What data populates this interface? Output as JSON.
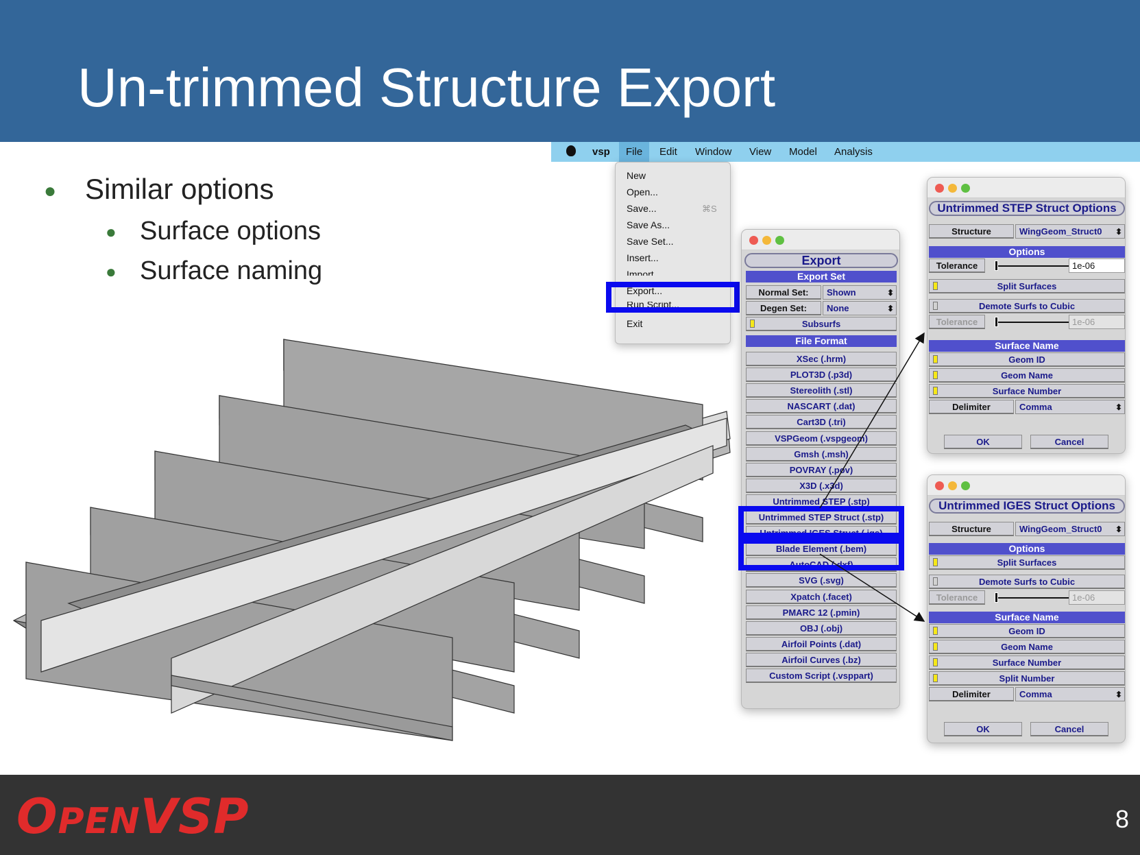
{
  "slide": {
    "title": "Un-trimmed Structure Export",
    "page_number": "8",
    "logo": {
      "part1": "O",
      "part2": "PEN",
      "part3": "VSP"
    }
  },
  "bullets": {
    "main": "Similar options",
    "sub": [
      "Surface options",
      "Surface naming"
    ]
  },
  "menubar": {
    "app": "vsp",
    "items": [
      "File",
      "Edit",
      "Window",
      "View",
      "Model",
      "Analysis"
    ]
  },
  "file_menu": {
    "items": [
      "New",
      "Open...",
      "Save...",
      "Save As...",
      "Save Set...",
      "Insert...",
      "Import...",
      "Export...",
      "Run Script...",
      "Exit"
    ],
    "save_shortcut": "⌘S"
  },
  "export_window": {
    "title": "Export",
    "export_set_header": "Export Set",
    "normal_set_label": "Normal Set:",
    "normal_set_value": "Shown",
    "degen_set_label": "Degen Set:",
    "degen_set_value": "None",
    "subsurfs": "Subsurfs",
    "file_format_header": "File Format",
    "formats": [
      "XSec (.hrm)",
      "PLOT3D (.p3d)",
      "Stereolith (.stl)",
      "NASCART (.dat)",
      "Cart3D (.tri)",
      "VSPGeom (.vspgeom)",
      "Gmsh (.msh)",
      "POVRAY (.pov)",
      "X3D (.x3d)",
      "Untrimmed STEP (.stp)",
      "Untrimmed STEP Struct (.stp)",
      "Untrimmed IGES Struct (.igs)",
      "Blade Element (.bem)",
      "AutoCAD (.dxf)",
      "SVG (.svg)",
      "Xpatch (.facet)",
      "PMARC 12 (.pmin)",
      "OBJ (.obj)",
      "Airfoil Points (.dat)",
      "Airfoil Curves (.bz)",
      "Custom Script (.vsppart)"
    ]
  },
  "step_window": {
    "title": "Untrimmed STEP Struct Options",
    "structure_label": "Structure",
    "structure_value": "WingGeom_Struct0",
    "options_header": "Options",
    "tolerance_label": "Tolerance",
    "tolerance_value": "1e-06",
    "split_surfaces": "Split Surfaces",
    "demote": "Demote Surfs to Cubic",
    "tolerance2_label": "Tolerance",
    "tolerance2_value": "1e-06",
    "surface_name_header": "Surface Name",
    "names": [
      "Geom ID",
      "Geom Name",
      "Surface Number"
    ],
    "delimiter_label": "Delimiter",
    "delimiter_value": "Comma",
    "ok": "OK",
    "cancel": "Cancel"
  },
  "iges_window": {
    "title": "Untrimmed IGES Struct Options",
    "structure_label": "Structure",
    "structure_value": "WingGeom_Struct0",
    "options_header": "Options",
    "split_surfaces": "Split Surfaces",
    "demote": "Demote Surfs to Cubic",
    "tolerance_label": "Tolerance",
    "tolerance_value": "1e-06",
    "surface_name_header": "Surface Name",
    "names": [
      "Geom ID",
      "Geom Name",
      "Surface Number",
      "Split Number"
    ],
    "delimiter_label": "Delimiter",
    "delimiter_value": "Comma",
    "ok": "OK",
    "cancel": "Cancel"
  },
  "colors": {
    "header": "#336699",
    "footer": "#333333",
    "logo": "#e02b2b",
    "highlight": "#0a0aef",
    "section": "#5050cc"
  }
}
